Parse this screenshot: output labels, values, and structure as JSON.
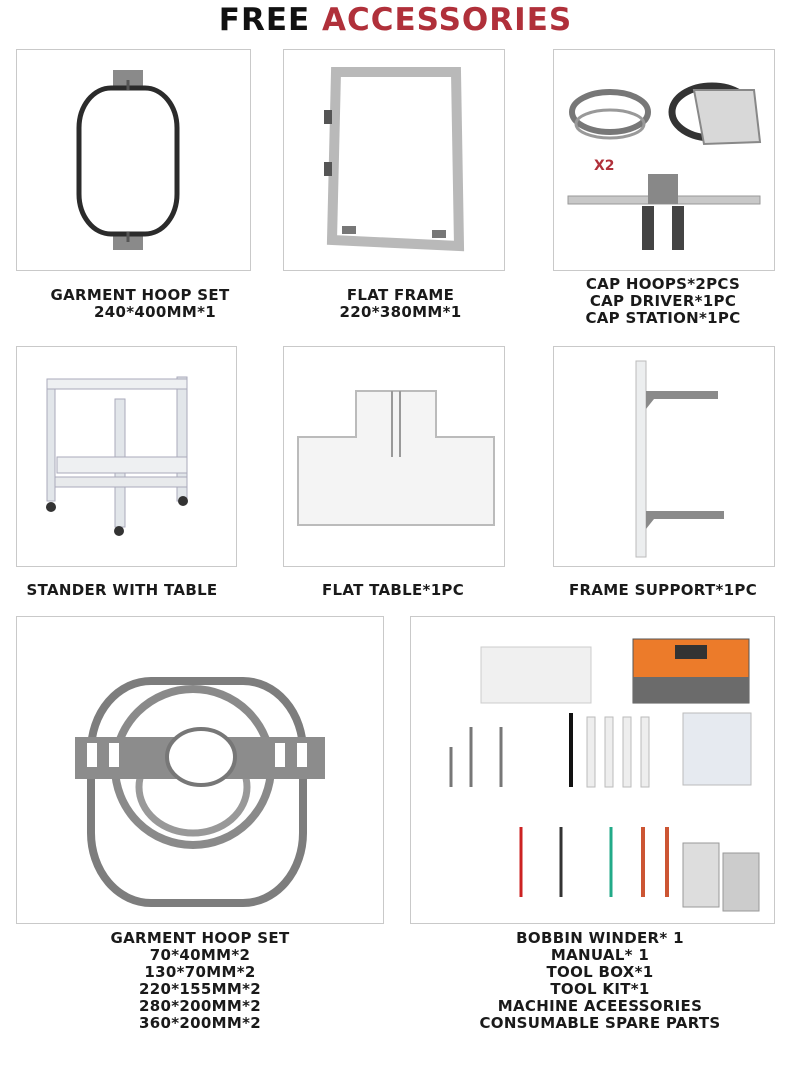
{
  "title": {
    "part1": "FREE",
    "part2": "ACCESSORIES"
  },
  "colors": {
    "accent": "#b0303a",
    "text": "#1a1a1a",
    "border": "#c9c9c9"
  },
  "items": [
    {
      "id": "garment-hoop-set",
      "lines": [
        "GARMENT HOOP SET",
        "240*400MM*1"
      ]
    },
    {
      "id": "flat-frame",
      "lines": [
        "FLAT FRAME",
        "220*380MM*1"
      ]
    },
    {
      "id": "cap-set",
      "badge": "X2",
      "lines": [
        "CAP HOOPS*2PCS",
        "CAP DRIVER*1PC",
        "CAP STATION*1PC"
      ]
    },
    {
      "id": "stander",
      "lines": [
        "STANDER WITH TABLE"
      ]
    },
    {
      "id": "flat-table",
      "lines": [
        "FLAT TABLE*1PC"
      ]
    },
    {
      "id": "frame-support",
      "lines": [
        "FRAME SUPPORT*1PC"
      ]
    },
    {
      "id": "garment-hoop-set-2",
      "lines": [
        "GARMENT HOOP SET",
        "70*40MM*2",
        "130*70MM*2",
        "220*155MM*2",
        "280*200MM*2",
        "360*200MM*2"
      ]
    },
    {
      "id": "tool-kit",
      "lines": [
        "BOBBIN WINDER* 1",
        "MANUAL* 1",
        "TOOL BOX*1",
        "TOOL KIT*1",
        "MACHINE ACEESSORIES",
        "CONSUMABLE SPARE PARTS"
      ]
    }
  ]
}
